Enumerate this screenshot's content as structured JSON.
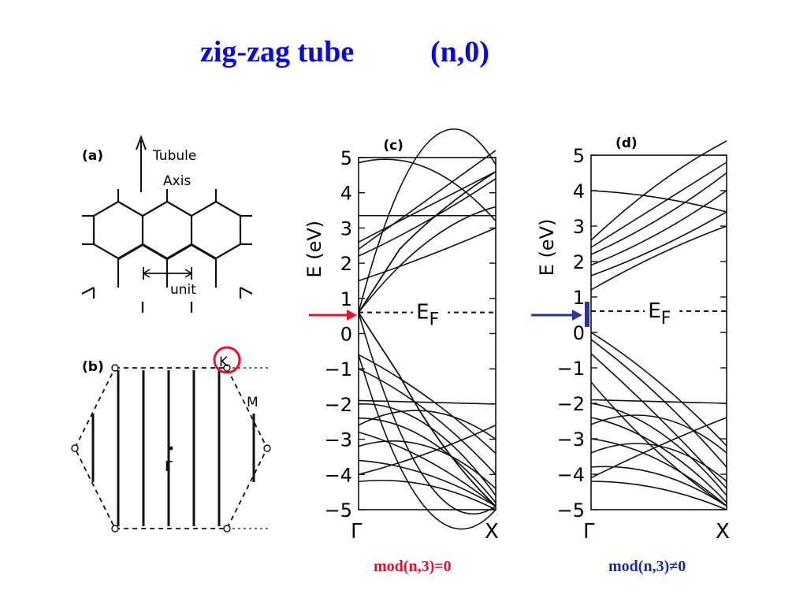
{
  "title": {
    "main": "zig-zag tube",
    "index": "(n,0)"
  },
  "colors": {
    "title": "#0a0adc",
    "caption_c": "#e8102a",
    "caption_d": "#1f2c8c",
    "arrow_c": "#e8102a",
    "arrow_d": "#2a3596",
    "k_circle": "#e8102a"
  },
  "panel_a": {
    "label": "(a)",
    "axis_label_1": "Tubule",
    "axis_label_2": "Axis",
    "unit_label": "unit"
  },
  "panel_b": {
    "label": "(b)",
    "k_label": "K",
    "m_label": "M",
    "gamma_label": "Γ"
  },
  "panel_c": {
    "label": "(c)",
    "caption": "mod(n,3)=0"
  },
  "panel_d": {
    "label": "(d)",
    "caption": "mod(n,3)≠0"
  },
  "band_axes": {
    "ylabel": "E (eV)",
    "ylim": [
      -5,
      5
    ],
    "yticks": [
      "5",
      "4",
      "3",
      "2",
      "1",
      "0",
      "−1",
      "−2",
      "−3",
      "−4",
      "−5"
    ],
    "xticks": [
      "Γ",
      "X"
    ],
    "fermi_label_main": "E",
    "fermi_label_sub": "F",
    "fermi_energy": 0.6
  },
  "icons": {
    "arrow_c": "arrow-right-icon",
    "arrow_d": "arrow-right-icon"
  }
}
